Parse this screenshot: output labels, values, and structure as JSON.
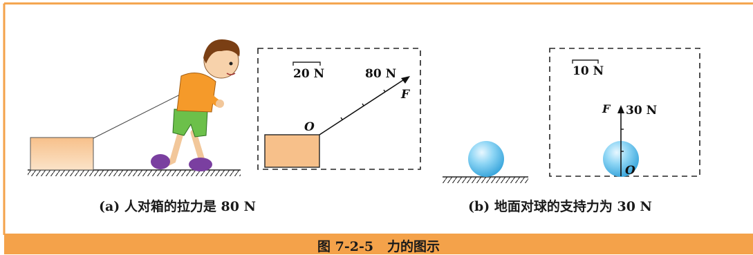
{
  "panel_a": {
    "scale_label": "20 N",
    "force_value": "80 N",
    "force_symbol": "F",
    "origin_label": "O",
    "caption": "(a) 人对箱的拉力是 80 N"
  },
  "panel_b": {
    "scale_label": "10 N",
    "force_symbol": "F",
    "force_value": "30 N",
    "origin_label": "O",
    "caption": "(b) 地面对球的支持力为 30 N"
  },
  "figure_title": "图 7-2-5   力的图示",
  "colors": {
    "frame": "#f4a24a",
    "banner": "#f4a24a",
    "box_fill": "#f7c08a",
    "ball": "#6fc5ee"
  }
}
